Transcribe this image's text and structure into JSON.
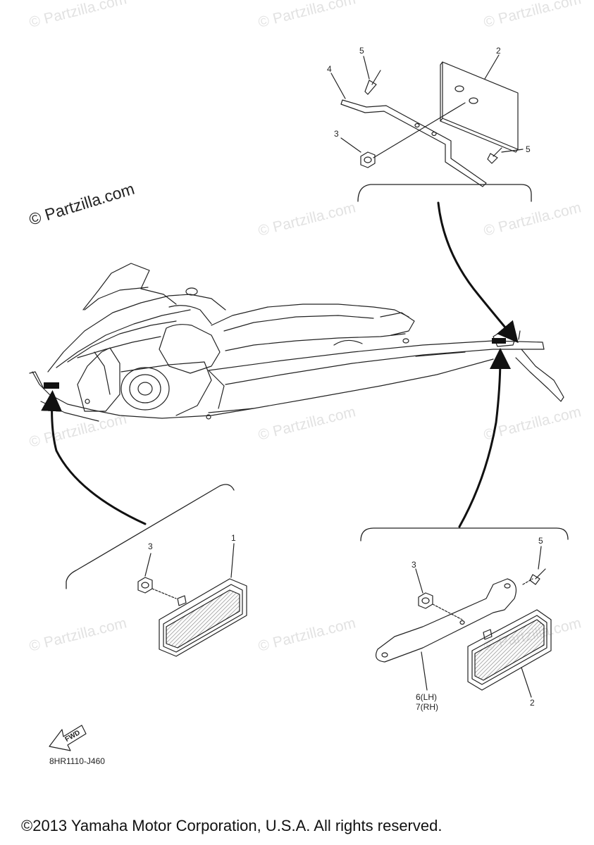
{
  "watermark_text": "© Partzilla.com",
  "brand_watermark": "© Partzilla.com",
  "diagram_code": "8HR1110-J460",
  "fwd_label": "FWD",
  "copyright": "©2013 Yamaha Motor Corporation, U.S.A. All rights reserved.",
  "callouts": {
    "top_2": "2",
    "top_4": "4",
    "top_5a": "5",
    "top_3": "3",
    "top_5b": "5",
    "left_3": "3",
    "left_1": "1",
    "right_5": "5",
    "right_3": "3",
    "right_6": "6(LH)",
    "right_7": "7(RH)",
    "right_2": "2"
  },
  "colors": {
    "line": "#222222",
    "watermark": "#e2e2e2",
    "reflector_hatch": "#9a9a9a"
  }
}
